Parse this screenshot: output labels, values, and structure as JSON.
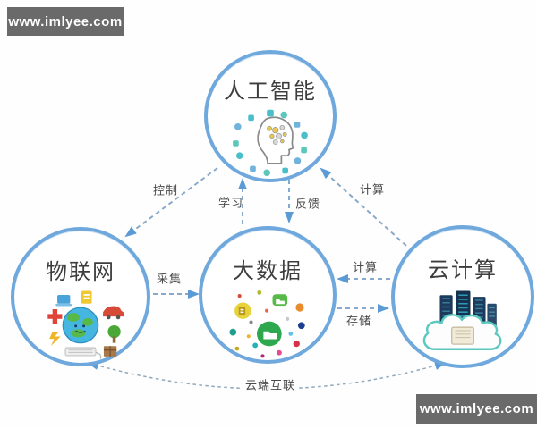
{
  "watermarks": {
    "top_left": "www.imlyee.com",
    "bottom_right": "www.imlyee.com"
  },
  "diagram": {
    "nodes": {
      "ai": {
        "label": "人工智能",
        "icon": "brain-head-icon"
      },
      "iot": {
        "label": "物联网",
        "icon": "connected-globe-icon"
      },
      "bigdata": {
        "label": "大数据",
        "icon": "data-dots-icon"
      },
      "cloud": {
        "label": "云计算",
        "icon": "cloud-servers-icon"
      }
    },
    "edges": {
      "control": {
        "label": "控制",
        "from": "人工智能",
        "to": "物联网",
        "style": "dashed-arrow"
      },
      "learn": {
        "label": "学习",
        "from": "大数据",
        "to": "人工智能",
        "style": "dashed-arrow"
      },
      "feedback": {
        "label": "反馈",
        "from": "人工智能",
        "to": "大数据",
        "style": "dashed-arrow"
      },
      "compute_ai": {
        "label": "计算",
        "from": "云计算",
        "to": "人工智能",
        "style": "dashed-arrow"
      },
      "collect": {
        "label": "采集",
        "from": "物联网",
        "to": "大数据",
        "style": "dashed-arrow"
      },
      "compute_bigdata": {
        "label": "计算",
        "from": "云计算",
        "to": "大数据",
        "style": "dashed-arrow"
      },
      "store": {
        "label": "存储",
        "from": "大数据",
        "to": "云计算",
        "style": "dashed-arrow"
      },
      "interconnect": {
        "label": "云端互联",
        "from": "物联网",
        "to": "云计算",
        "style": "dashed-double-arrow"
      }
    },
    "colors": {
      "circle_border": "#6fa8dc",
      "arrowhead": "#5b9bd5",
      "dash": "#8aa9c9",
      "title_text": "#3d3d3d",
      "label_text": "#4a4a4a",
      "watermark_bg": "#6a6a6a",
      "watermark_text": "#ffffff"
    }
  }
}
